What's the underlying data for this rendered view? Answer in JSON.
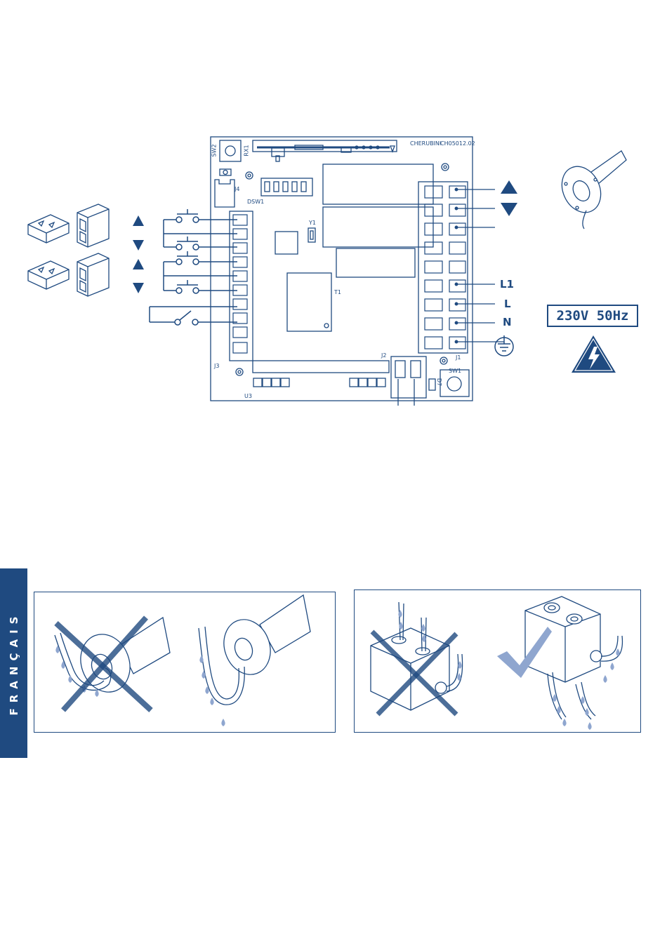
{
  "board": {
    "brand": "CHERUBINI",
    "code": "CH05012.02",
    "components": {
      "sw2": "SW2",
      "rx1": "RX1",
      "j4": "J4",
      "dsw1": "DSW1",
      "y1": "Y1",
      "t1": "T1",
      "j3": "J3",
      "u3": "U3",
      "j2": "J2",
      "j1": "J1",
      "sw1": "SW1",
      "d7": "D7"
    }
  },
  "terminals_right": {
    "l1": "L1",
    "l": "L",
    "n": "N"
  },
  "voltage": "230V  50Hz",
  "side_tab": "FRANÇAIS",
  "icons": {
    "up": "triangle-up-icon",
    "down": "triangle-down-icon",
    "ground": "ground-icon",
    "warning": "high-voltage-warning-icon",
    "wrong": "cross-icon",
    "right": "checkmark-icon"
  },
  "colors": {
    "primary": "#1f4a80",
    "water": "#8fa6cf"
  }
}
